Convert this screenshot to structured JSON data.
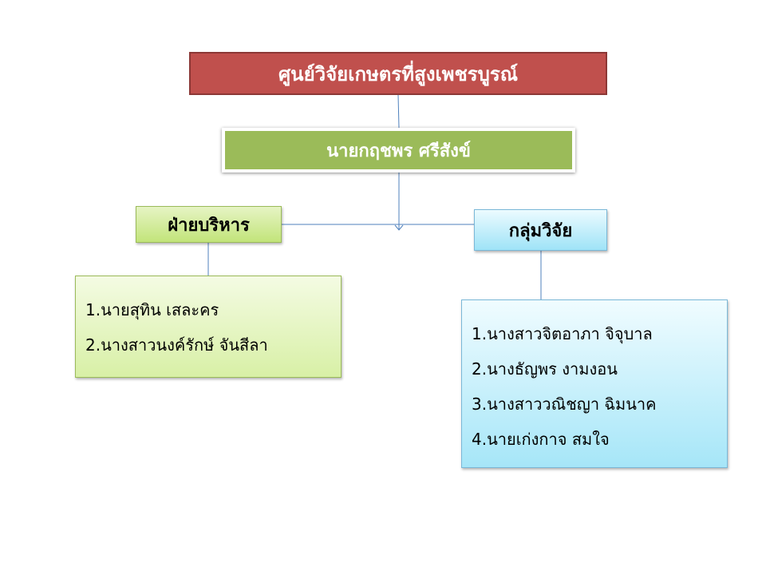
{
  "org_chart": {
    "top": {
      "label": "ศูนย์วิจัยเกษตรที่สูงเพชรบูรณ์"
    },
    "director": {
      "label": "นายกฤชพร  ศรีสังข์"
    },
    "admin": {
      "label": "ฝ่ายบริหาร",
      "members": [
        "1.นายสุทิน  เสละคร",
        "2.นางสาวนงค์รักษ์  จันสีลา"
      ]
    },
    "research": {
      "label": "กลุ่มวิจัย",
      "members": [
        "1.นางสาวจิตอาภา  จิจุบาล",
        "2.นางธัญพร  งามงอน",
        "3.นางสาววณิชญา  ฉิมนาค",
        "4.นายเก่งกาจ  สมใจ"
      ]
    }
  },
  "colors": {
    "top_fill": "#c0504d",
    "director_fill": "#9bbb59",
    "admin_fill": "#c2e47a",
    "research_fill": "#9fe3f7",
    "connector": "#4f81bd"
  }
}
